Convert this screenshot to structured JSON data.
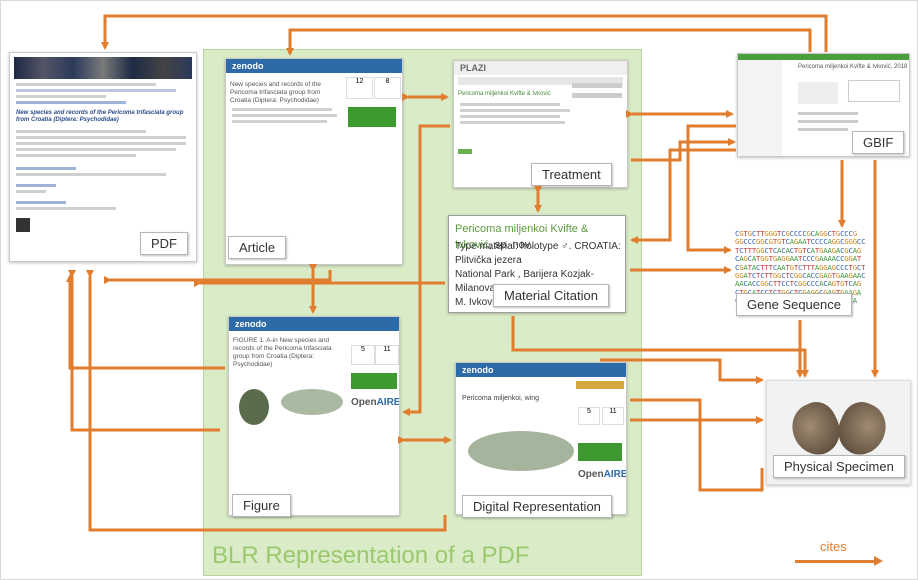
{
  "diagram": {
    "region_title": "BLR Representation of a PDF",
    "legend_label": "cites",
    "arrow_color": "#e07d2f",
    "region_color": "#d9ecc7",
    "nodes": {
      "pdf": "PDF",
      "article": "Article",
      "treatment": "Treatment",
      "material_citation": "Material Citation",
      "figure": "Figure",
      "digital_representation": "Digital Representation",
      "gbif": "GBIF",
      "gene_sequence": "Gene Sequence",
      "physical_specimen": "Physical Specimen"
    },
    "material_citation_text": {
      "taxon": "Pericoma miljenkoi Kvifte & Ivković",
      "status": ", sp. nov.",
      "line1": "Type material: holotype ♂. CROATIA: Plitvička jezera",
      "line2": "National Park , Barijera Kozjak-Milanovac, - VIII.2014.",
      "line3": "M. Ivković leg. (Emergence trap)."
    },
    "screens": {
      "zenodo_logo": "zenodo",
      "plazi_logo": "PLAZI",
      "openaire_open": "Open",
      "openaire_aire": "AIRE",
      "article_title": "New species and records of the Pericoma trifasciata group from Croatia (Diptera: Psychodidae)",
      "figure_title": "FIGURE 1. A-in New species and records of the Pericoma trifasciata group from Croatia (Diptera: Psychodidae)",
      "digital_title": "Pericoma miljenkoi, wing",
      "gbif_title": "Pericoma miljenkoi Kvifte & Ivković, 2018",
      "pdf_heading": "New species and records of the Pericoma trifasciata group from Croatia (Diptera: Psychodidae)",
      "plazi_treatment_title": "Pericoma miljenkoi Kvifte & Ivković",
      "stat_a": "12",
      "stat_b": "8",
      "stat_c": "5",
      "stat_d": "11"
    },
    "gene_sequence_rows": [
      "CGTGCTTGGGTCGCCCCGCAGGCTGCCCG",
      "GGCCCGGCGTGTCAGAATCCCCAGGCGGGCC",
      "TCTTTGGCTCACACTGTCATGAAGACGCAG",
      "CAGCATGGTGAGGAATCCCGAAAACCGGAT",
      "CGATACTTTCAATGTCTTTAGGAGCCCTGCT",
      "GGATCTCTTGGCTCGGCACCGAGTGAAGAAC",
      "AACACCGGCTTCCTCGGCCCACAGTGTCAG",
      "CTGCATCCTCTGGCTCGAGGCGAGTGAAGA",
      "CAGCATGGCCACGCAGAAGCCGGCCGACA"
    ]
  }
}
